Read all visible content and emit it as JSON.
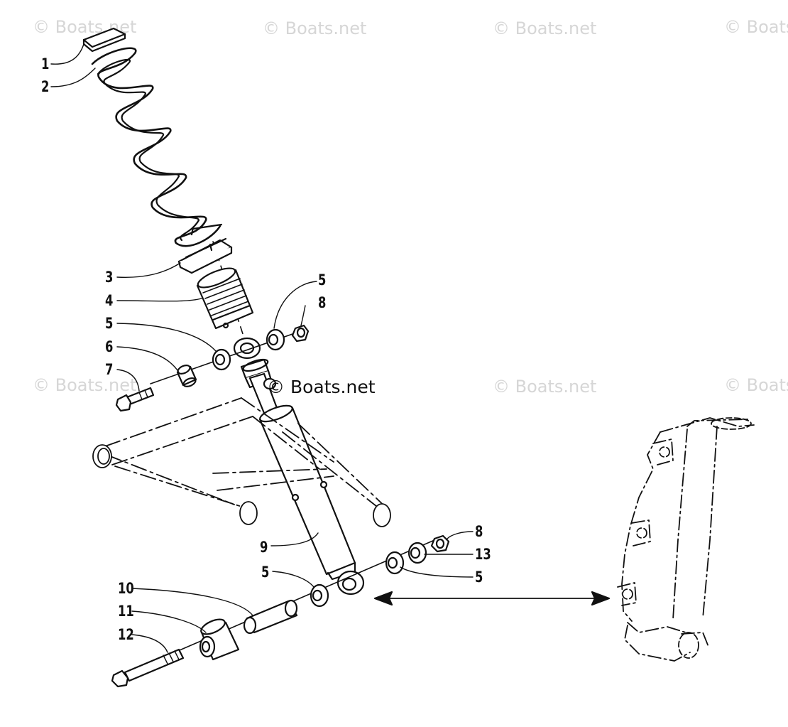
{
  "watermark": "© Boats.net",
  "watermark_center": "© Boats.net",
  "callouts": {
    "c1": "1",
    "c2": "2",
    "c3": "3",
    "c4": "4",
    "c5a": "5",
    "c5b": "5",
    "c6": "6",
    "c7": "7",
    "c8a": "8",
    "c9": "9",
    "c5c": "5",
    "c10": "10",
    "c11": "11",
    "c12": "12",
    "c8b": "8",
    "c13": "13",
    "c5d": "5"
  },
  "colors": {
    "line": "#111111",
    "watermark": "#d6d6d6",
    "background": "#ffffff"
  }
}
